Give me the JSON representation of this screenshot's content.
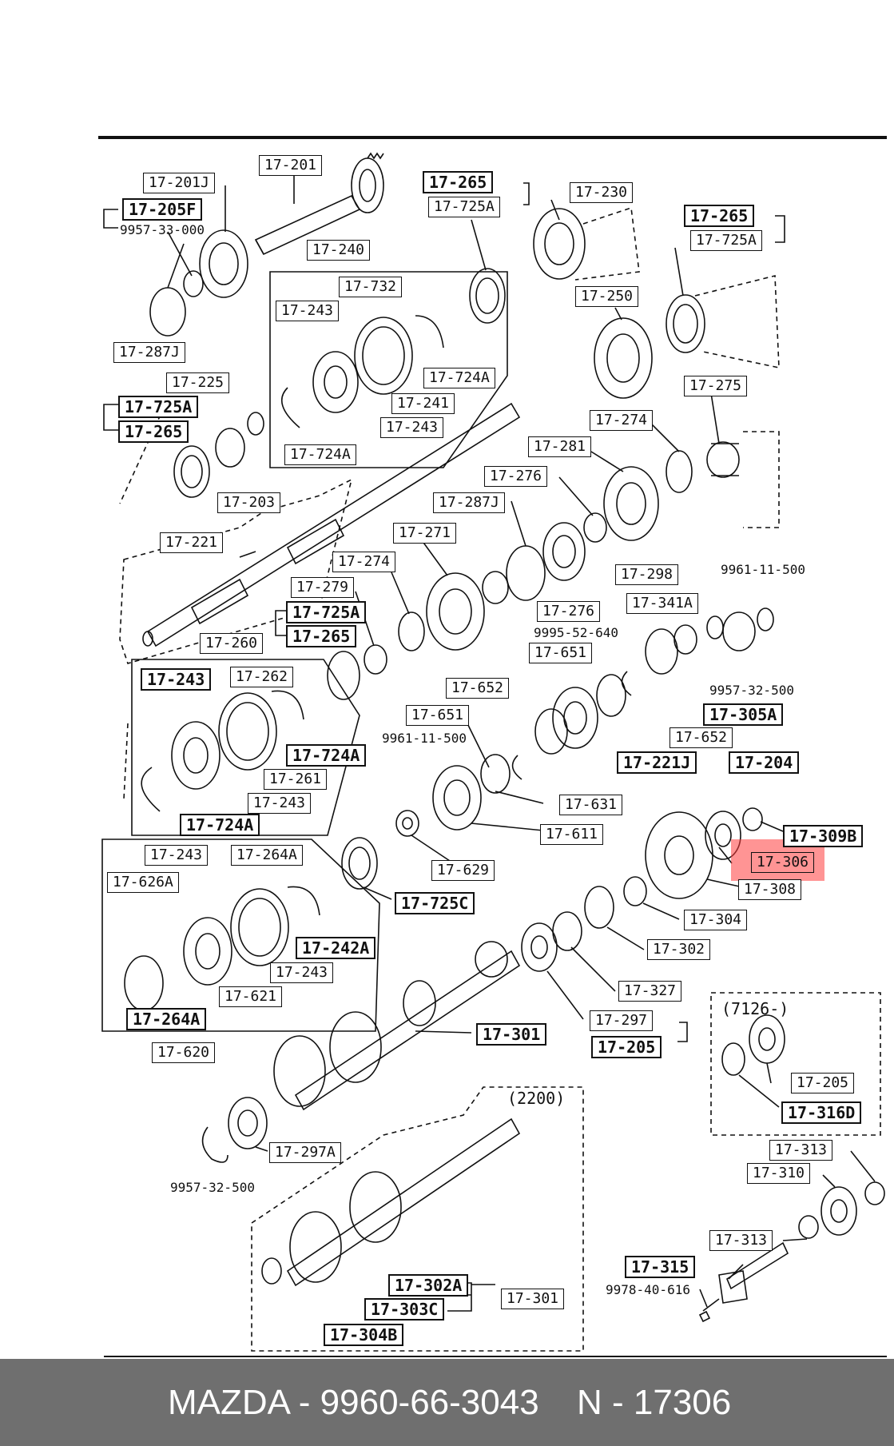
{
  "footer": {
    "brand_part": "MAZDA - 9960-66-3043",
    "ref": "N - 17306"
  },
  "colors": {
    "highlight": "#ff3c3c",
    "footer_bg": "#6f6f6f",
    "ink": "#111111"
  },
  "labels": {
    "p17_201": "17-201",
    "p17_201J": "17-201J",
    "p17_205F": "17-205F",
    "p9957_33_000": "9957-33-000",
    "p17_287J": "17-287J",
    "p17_240": "17-240",
    "p17_732": "17-732",
    "p17_243_a": "17-243",
    "p17_724A_a": "17-724A",
    "p17_241": "17-241",
    "p17_243_b": "17-243",
    "p17_724A_b": "17-724A",
    "p17_265_a": "17-265",
    "p17_725A_a": "17-725A",
    "p17_230": "17-230",
    "p17_265_b": "17-265",
    "p17_725A_b": "17-725A",
    "p17_250": "17-250",
    "p17_275": "17-275",
    "p17_225": "17-225",
    "p17_725A_c": "17-725A",
    "p17_265_c": "17-265",
    "p17_203": "17-203",
    "p17_274_a": "17-274",
    "p17_281": "17-281",
    "p17_276_a": "17-276",
    "p17_287J_b": "17-287J",
    "p17_221": "17-221",
    "p17_271": "17-271",
    "p17_274_b": "17-274",
    "p17_298": "17-298",
    "p9961_11_500_a": "9961-11-500",
    "p17_279": "17-279",
    "p17_725A_d": "17-725A",
    "p17_265_d": "17-265",
    "p17_276_b": "17-276",
    "p17_341A": "17-341A",
    "p9995_52_640": "9995-52-640",
    "p17_260": "17-260",
    "p17_651_a": "17-651",
    "p17_243_c": "17-243",
    "p17_262": "17-262",
    "p9957_32_500_a": "9957-32-500",
    "p17_652_a": "17-652",
    "p17_305A": "17-305A",
    "p17_651_b": "17-651",
    "p9961_11_500_b": "9961-11-500",
    "p17_652_b": "17-652",
    "p17_724A_c": "17-724A",
    "p17_221J": "17-221J",
    "p17_204": "17-204",
    "p17_261": "17-261",
    "p17_243_d": "17-243",
    "p17_631": "17-631",
    "p17_724A_d": "17-724A",
    "p17_611": "17-611",
    "p17_309B": "17-309B",
    "p17_243_e": "17-243",
    "p17_264A_a": "17-264A",
    "p17_306": "17-306",
    "p17_626A": "17-626A",
    "p17_629": "17-629",
    "p17_308": "17-308",
    "p17_725C": "17-725C",
    "p17_304": "17-304",
    "p17_242A": "17-242A",
    "p17_302": "17-302",
    "p17_243_f": "17-243",
    "p17_621": "17-621",
    "p17_327": "17-327",
    "p17_264A_b": "17-264A",
    "p7126": "(7126-)",
    "p17_297": "17-297",
    "p17_301_a": "17-301",
    "p17_620": "17-620",
    "p17_205_a": "17-205",
    "p17_205_b": "17-205",
    "p17_316D": "17-316D",
    "p2200": "(2200)",
    "p17_297A": "17-297A",
    "p9957_32_500_b": "9957-32-500",
    "p17_313_a": "17-313",
    "p17_310": "17-310",
    "p17_313_b": "17-313",
    "p17_315": "17-315",
    "p9978_40_616": "9978-40-616",
    "p17_302A": "17-302A",
    "p17_301_b": "17-301",
    "p17_303C": "17-303C",
    "p17_304B": "17-304B"
  }
}
